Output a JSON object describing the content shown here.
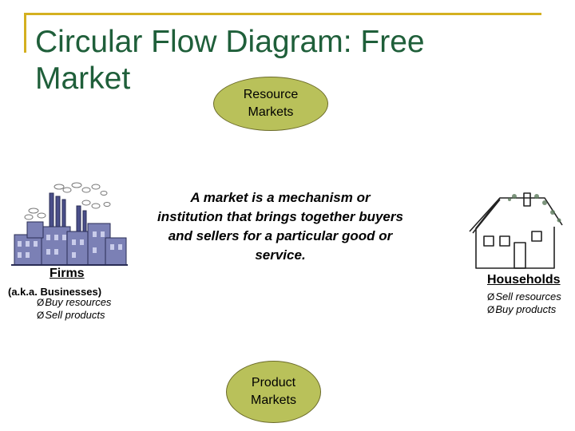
{
  "title": "Circular Flow Diagram: Free Market",
  "colors": {
    "title": "#1f5f3a",
    "frame": "#d4b020",
    "oval_fill": "#b9c15a",
    "oval_border": "#6b6b2a"
  },
  "resource_markets": {
    "label": "Resource\nMarkets"
  },
  "product_markets": {
    "label": "Product\nMarkets"
  },
  "definition": "A market is a mechanism or institution that brings together buyers and sellers for a particular good or service.",
  "firms": {
    "label": "Firms",
    "aka": "(a.k.a. Businesses)",
    "bullets": [
      "Buy resources",
      "Sell products"
    ],
    "icon": "factory-icon"
  },
  "households": {
    "label": "Households",
    "bullets": [
      "Sell resources",
      "Buy products"
    ],
    "icon": "house-icon"
  },
  "bullet_marker": "Ø"
}
